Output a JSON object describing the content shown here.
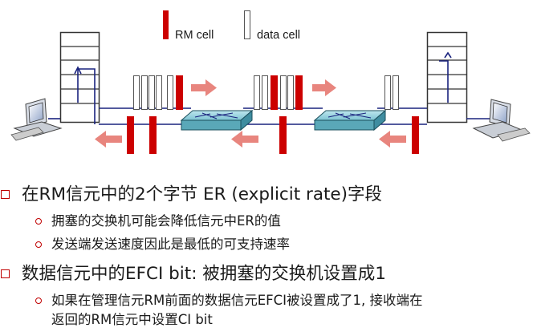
{
  "legend": {
    "rm_label": "RM cell",
    "data_label": "data cell",
    "rm_color": "#cc0000",
    "data_color": "#ffffff"
  },
  "diagram": {
    "hosts": [
      "computer-icon",
      "computer-icon"
    ],
    "buffers": [
      "buffer-icon",
      "buffer-icon"
    ],
    "switches": [
      "switch-icon",
      "switch-icon"
    ],
    "forward_arrow_color": "#e8857e",
    "link_color": "#1a237e"
  },
  "bullets": [
    {
      "text": "在RM信元中的2个字节 ER (explicit rate)字段",
      "subs": [
        "拥塞的交换机可能会降低信元中ER的值",
        "发送端发送速度因此是最低的可支持速率"
      ]
    },
    {
      "text": "数据信元中的EFCI bit: 被拥塞的交换机设置成1",
      "subs": [
        "如果在管理信元RM前面的数据信元EFCI被设置成了1, 接收端在"
      ],
      "continuation": "返回的RM信元中设置CI bit"
    }
  ]
}
